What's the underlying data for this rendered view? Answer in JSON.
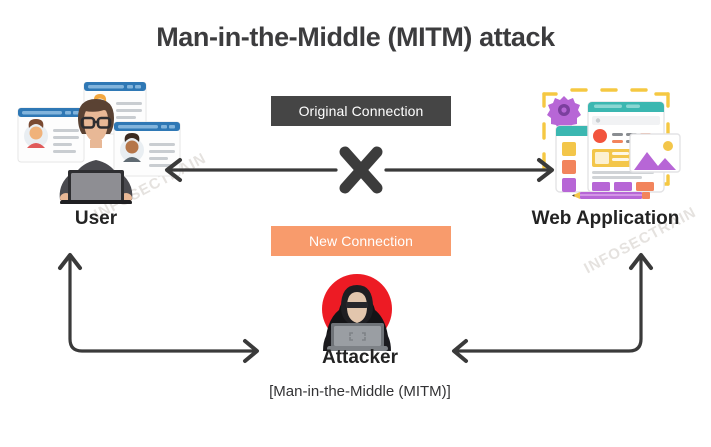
{
  "page": {
    "title": "Man-in-the-Middle (MITM) attack",
    "background_color": "#ffffff",
    "title_color": "#3c3c3e"
  },
  "watermark": {
    "text": "INFOSECTRAIN",
    "color": "#d8d4cf"
  },
  "nodes": [
    {
      "id": "user",
      "label": "User",
      "icon": "user-at-laptop-icon",
      "position": "left"
    },
    {
      "id": "web-application",
      "label": "Web Application",
      "icon": "web-application-icon",
      "position": "right"
    },
    {
      "id": "attacker",
      "label": "Attacker",
      "sublabel": "[Man-in-the-Middle (MITM)]",
      "icon": "hooded-attacker-icon",
      "position": "bottom-center"
    }
  ],
  "badges": {
    "original": {
      "label": "Original Connection",
      "background": "#454545",
      "text_color": "#ffffff"
    },
    "new": {
      "label": "New Connection",
      "background": "#f89b6c",
      "text_color": "#ffffff"
    }
  },
  "connections": {
    "original": {
      "from": "user",
      "to": "web-application",
      "style": "double-headed-horizontal",
      "blocked": true,
      "blocked_marker": "x-cross-icon",
      "color": "#3a3a3a"
    },
    "new_left": {
      "from": "attacker",
      "to": "user",
      "style": "elbow-curve-double-headed",
      "color": "#3a3a3a"
    },
    "new_right": {
      "from": "attacker",
      "to": "web-application",
      "style": "elbow-curve-double-headed",
      "color": "#3a3a3a"
    }
  },
  "colors": {
    "arrow": "#3a3a3a",
    "cross": "#3c3c3c",
    "attacker_circle": "#ed1b24",
    "webapp_dashes": "#f5c842",
    "webapp_teal": "#3bb7b1",
    "webapp_purple": "#b766d6",
    "webapp_orange": "#f2845c",
    "webapp_yellow": "#f3c64a",
    "card_blue": "#2f78b5",
    "user_skin": "#e8b896",
    "user_hair": "#5a4233",
    "user_shirt": "#4a4a4f"
  }
}
